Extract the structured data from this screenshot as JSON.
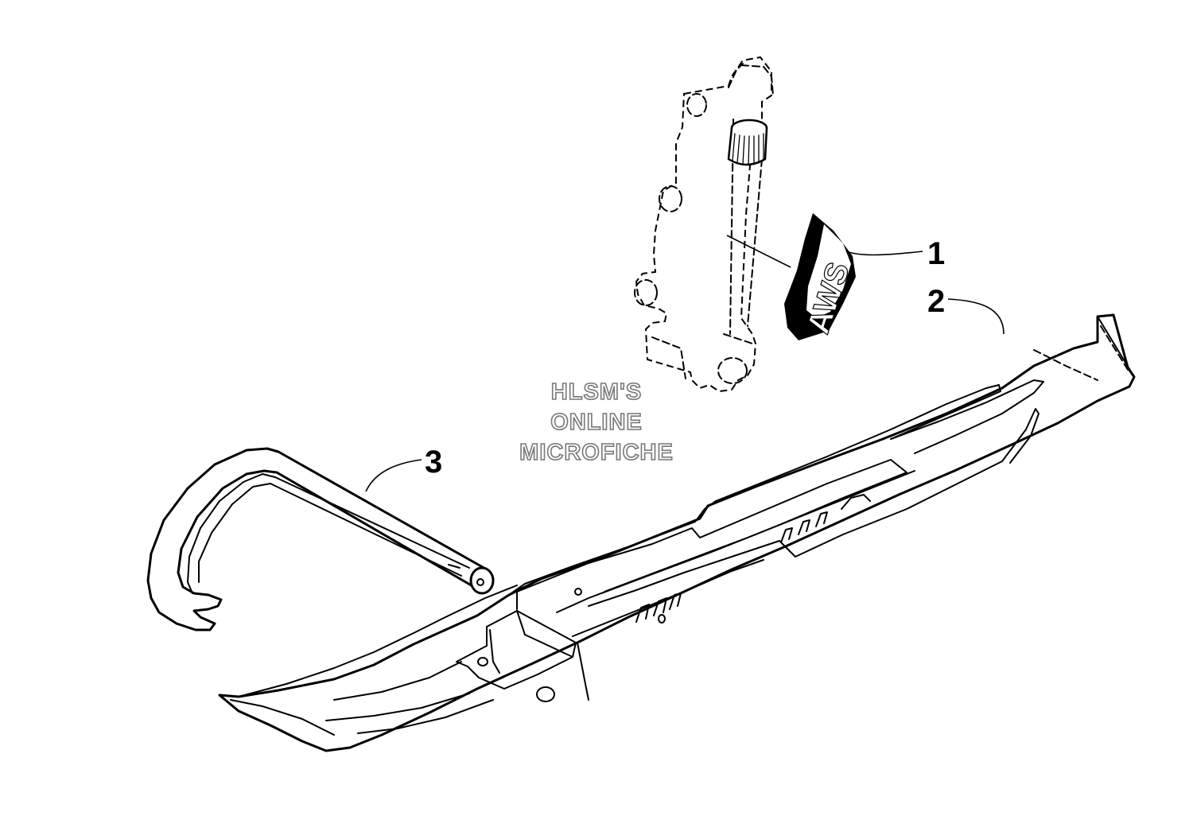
{
  "diagram": {
    "callouts": [
      {
        "id": "1",
        "label": "1"
      },
      {
        "id": "2",
        "label": "2"
      },
      {
        "id": "3",
        "label": "3"
      }
    ],
    "decal_text": "AWS",
    "watermark": {
      "line1": "HLSM'S",
      "line2": "ONLINE",
      "line3": "MICROFICHE",
      "color": "#777777"
    },
    "colors": {
      "line": "#000000",
      "background": "#ffffff"
    }
  }
}
